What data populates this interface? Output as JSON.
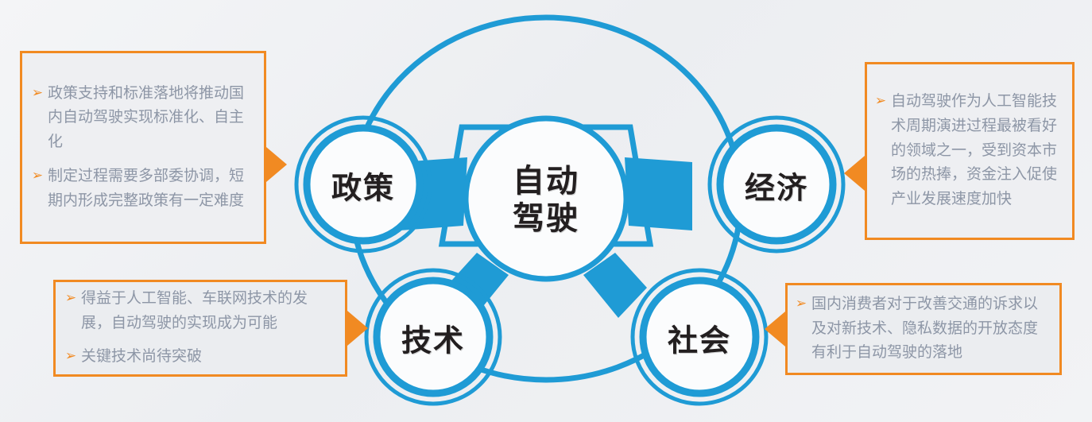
{
  "colors": {
    "blue": "#1f9bd5",
    "orange": "#f18a22",
    "text_gray": "#8d96a6",
    "node_text": "#231f20",
    "background": "#f1f2f5"
  },
  "center": {
    "line1": "自动",
    "line2": "驾驶",
    "full": "自动驾驶"
  },
  "nodes": [
    {
      "id": "policy",
      "label": "政策",
      "position": "left-top"
    },
    {
      "id": "economy",
      "label": "经济",
      "position": "right-top"
    },
    {
      "id": "technology",
      "label": "技术",
      "position": "left-bottom"
    },
    {
      "id": "society",
      "label": "社会",
      "position": "right-bottom"
    }
  ],
  "bullet_marker": "➢",
  "callouts": [
    {
      "id": "policy-callout",
      "attached_to": "政策",
      "arrow": "right",
      "bullets": [
        "政策支持和标准落地将推动国内自动驾驶实现标准化、自主化",
        "制定过程需要多部委协调，短期内形成完整政策有一定难度"
      ]
    },
    {
      "id": "economy-callout",
      "attached_to": "经济",
      "arrow": "left",
      "bullets": [
        "自动驾驶作为人工智能技术周期演进过程最被看好的领域之一，受到资本市场的热捧，资金注入促使产业发展速度加快"
      ]
    },
    {
      "id": "technology-callout",
      "attached_to": "技术",
      "arrow": "right",
      "bullets": [
        "得益于人工智能、车联网技术的发展，自动驾驶的实现成为可能",
        "关键技术尚待突破"
      ]
    },
    {
      "id": "society-callout",
      "attached_to": "社会",
      "arrow": "left",
      "bullets": [
        "国内消费者对于改善交通的诉求以及对新技术、隐私数据的开放态度有利于自动驾驶的落地"
      ]
    }
  ]
}
